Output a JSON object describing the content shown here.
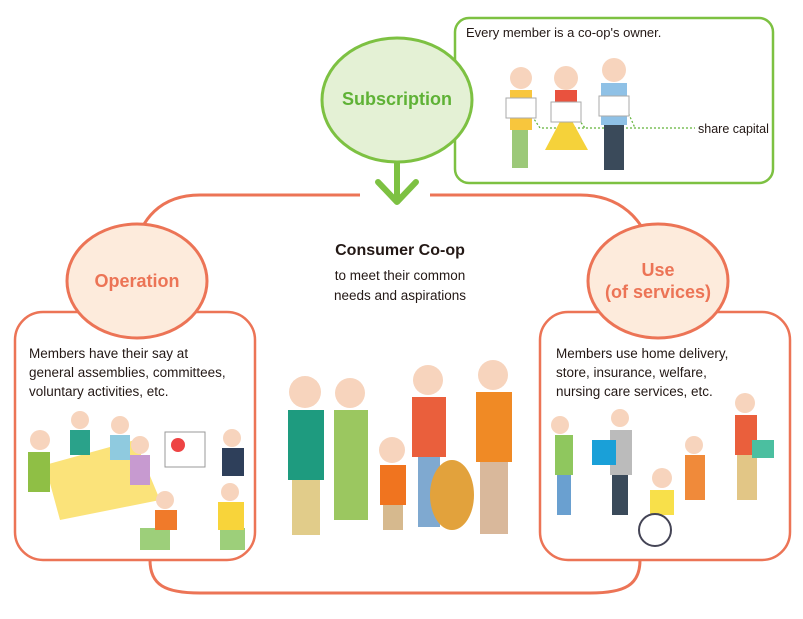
{
  "subscription": {
    "label": "Subscription",
    "box_caption": "Every member is a co-op's owner.",
    "share_label": "share capital"
  },
  "center": {
    "title": "Consumer Co-op",
    "subtitle_line1": "to meet their common",
    "subtitle_line2": "needs and aspirations"
  },
  "operation": {
    "label": "Operation",
    "desc_line1": "Members have their say at",
    "desc_line2": "general assemblies, committees,",
    "desc_line3": "voluntary activities, etc."
  },
  "use": {
    "label_line1": "Use",
    "label_line2": "(of services)",
    "desc_line1": "Members use home delivery,",
    "desc_line2": "store, insurance, welfare,",
    "desc_line3": "nursing care services, etc."
  },
  "colors": {
    "green": "#7dc142",
    "green_fill": "#e4f1d5",
    "green_text": "#5fb236",
    "orange": "#ec7456",
    "orange_fill": "#fdebdc",
    "orange_text": "#ec7456"
  }
}
